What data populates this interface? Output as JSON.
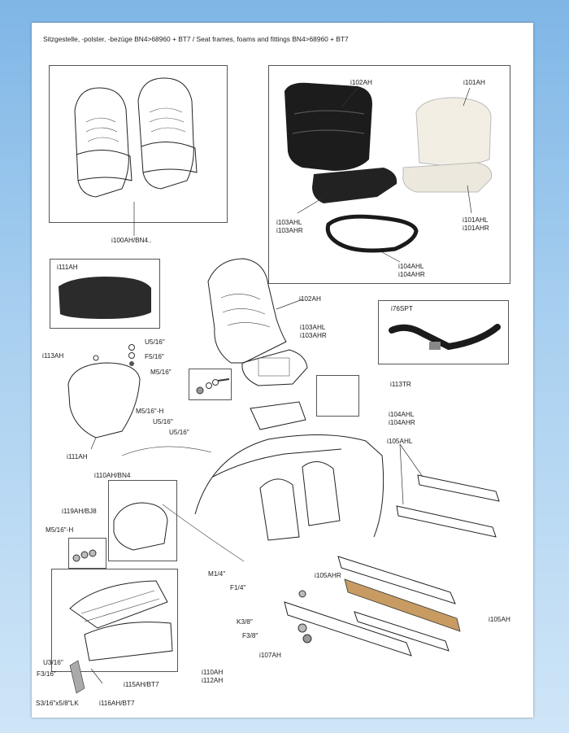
{
  "title": "Sitzgestelle, -polster, -bezüge BN4>68960 + BT7 / Seat frames, foams and fittings BN4>68960 + BT7",
  "labels": {
    "i100AH": "i100AH/BN4..",
    "i102AH_top": "i102AH",
    "i101AH": "i101AH",
    "i103AHL_top": "i103AHL",
    "i103AHR_top": "i103AHR",
    "i101AHL": "i101AHL",
    "i101AHR": "i101AHR",
    "i104AHL_top": "i104AHL",
    "i104AHR_top": "i104AHR",
    "i111AH_box": "i111AH",
    "i102AH": "i102AH",
    "i76SPT": "i76SPT",
    "i103AHL": "i103AHL",
    "i103AHR": "i103AHR",
    "U5_16_a": "U5/16\"",
    "F5_16": "F5/16\"",
    "M5_16": "M5/16\"",
    "i113AH": "i113AH",
    "i113TR": "i113TR",
    "M5_16_H": "M5/16\"-H",
    "U5_16_b": "U5/16\"",
    "U5_16_c": "U5/16\"",
    "i104AHL": "i104AHL",
    "i104AHR": "i104AHR",
    "i111AH": "i111AH",
    "i105AHL": "i105AHL",
    "i110AH_BN4": "i110AH/BN4",
    "i119AH_BJ8": "i119AH/BJ8",
    "M5_16_H_b": "M5/16\"-H",
    "M1_4": "M1/4\"",
    "F1_4": "F1/4\"",
    "i105AHR": "i105AHR",
    "K3_8": "K3/8\"",
    "F3_8": "F3/8\"",
    "i105AH": "i105AH",
    "i107AH": "i107AH",
    "U3_16": "U3/16\"",
    "F3_16": "F3/16\"",
    "i110AH": "i110AH",
    "i112AH": "i112AH",
    "i115AH_BT7": "i115AH/BT7",
    "S3_16": "S3/16\"x5/8\"LK",
    "i116AH_BT7": "i116AH/BT7"
  }
}
